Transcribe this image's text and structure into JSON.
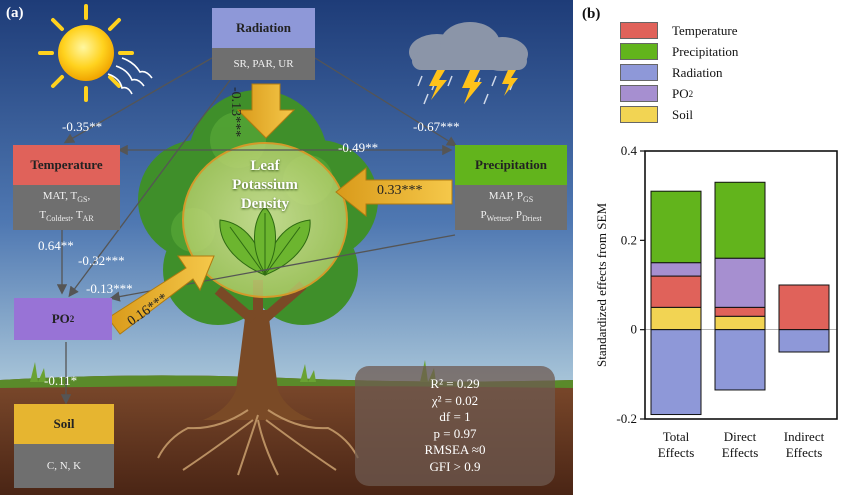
{
  "panel_a": {
    "letter": "(a)",
    "center": {
      "line1": "Leaf",
      "line2": "Potassium",
      "line3": "Density"
    },
    "radiation": {
      "title": "Radiation",
      "vars": "SR, PAR, UR",
      "color": "#8e98d8"
    },
    "temperature": {
      "title": "Temperature",
      "line1": "MAT,  T",
      "line1_sub": "GS",
      "line2a": "T",
      "line2a_sub": "Coldest",
      "line2b": ",  T",
      "line2b_sub": "AR",
      "color": "#e0625a"
    },
    "precipitation": {
      "title": "Precipitation",
      "line1": "MAP, P",
      "line1_sub": "GS",
      "line2a": "P",
      "line2a_sub": "Wettest",
      "line2b": ", P",
      "line2b_sub": "Driest",
      "color": "#62b41c"
    },
    "po2": {
      "title": "PO",
      "title_sub": "2",
      "color": "#9873d6"
    },
    "soil": {
      "title": "Soil",
      "vars": "C, N, K",
      "color": "#e6b530"
    },
    "coefficients": {
      "rad_to_temp": "-0.35**",
      "rad_to_precip": "-0.67***",
      "rad_to_lkd": "-0.13***",
      "temp_precip": "-0.49**",
      "precip_to_lkd": "0.33***",
      "temp_to_po2": "0.64**",
      "rad_to_po2": "-0.32***",
      "precip_to_po2": "-0.13***",
      "po2_to_lkd": "0.16***",
      "po2_to_soil": "-0.11*"
    },
    "stats": {
      "r2": "R² = 0.29",
      "chi2": "χ² = 0.02",
      "df": "df = 1",
      "p": "p = 0.97",
      "rmsea": "RMSEA ≈0",
      "gfi": "GFI > 0.9"
    },
    "icons": [
      "sun-icon",
      "storm-cloud-icon",
      "tree-icon",
      "leaf-icon"
    ]
  },
  "panel_b": {
    "letter": "(b)",
    "legend": [
      {
        "label": "Temperature",
        "color": "#e0625a"
      },
      {
        "label": "Precipitation",
        "color": "#62b41c"
      },
      {
        "label": "Radiation",
        "color": "#8e98d8"
      },
      {
        "label": "PO",
        "sub": "2",
        "color": "#a68fd0"
      },
      {
        "label": "Soil",
        "color": "#f2d453"
      }
    ]
  },
  "chart_data": {
    "type": "bar",
    "stacked": true,
    "ylabel": "Standardized effects from SEM",
    "ylim": [
      -0.2,
      0.4
    ],
    "yticks": [
      "-0.2",
      "0",
      "0.2",
      "0.4"
    ],
    "categories": [
      {
        "line1": "Total",
        "line2": "Effects"
      },
      {
        "line1": "Direct",
        "line2": "Effects"
      },
      {
        "line1": "Indirect",
        "line2": "Effects"
      }
    ],
    "series": [
      {
        "name": "Soil",
        "color": "#f2d453",
        "values": [
          0.05,
          0.03,
          0.0
        ]
      },
      {
        "name": "Temperature",
        "color": "#e0625a",
        "values": [
          0.07,
          0.02,
          0.1
        ]
      },
      {
        "name": "PO2",
        "color": "#a68fd0",
        "values": [
          0.03,
          0.11,
          0.0
        ]
      },
      {
        "name": "Precipitation",
        "color": "#62b41c",
        "values": [
          0.16,
          0.17,
          0.0
        ]
      },
      {
        "name": "Radiation",
        "color": "#8e98d8",
        "values": [
          -0.19,
          -0.135,
          -0.05
        ]
      }
    ]
  }
}
